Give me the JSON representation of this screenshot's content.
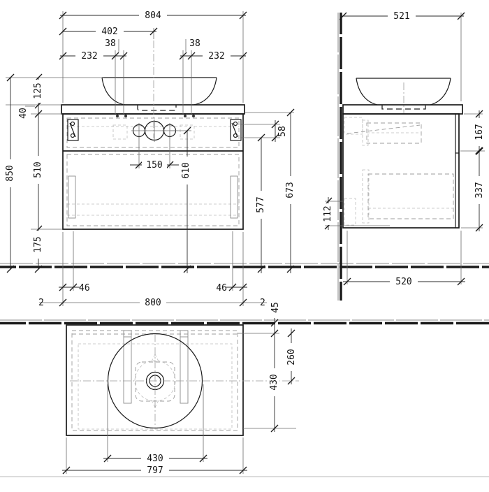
{
  "drawing": {
    "kind": "vanity-unit-technical-drawing",
    "line_color": "#1b1b1b",
    "hidden_line_color": "#9c9c9c",
    "dims": {
      "front": {
        "overall_width": "804",
        "center_offset": "402",
        "tap_hole_left": "38",
        "tap_hole_right": "38",
        "basin_edge_left": "232",
        "basin_edge_right": "232",
        "basin_height": "125",
        "countertop_thickness": "40",
        "overall_height": "850",
        "cabinet_height": "510",
        "floor_clearance": "175",
        "tap_hole_spacing": "150",
        "drain_center_height": "610",
        "bracket_spacing": "58",
        "bracket_height": "577",
        "cabinet_top_height": "673",
        "foot_inset_left": "46",
        "foot_inset_right": "46",
        "gap_left": "2",
        "cabinet_width": "800",
        "gap_right": "2"
      },
      "side": {
        "overall_depth": "521",
        "top_section_height": "167",
        "drawer_section_height": "337",
        "rear_clearance": "112",
        "cabinet_depth": "520"
      },
      "plan": {
        "wall_gap": "45",
        "drain_center_depth": "260",
        "basin_depth": "430",
        "basin_diameter": "430",
        "countertop_width": "797"
      }
    }
  }
}
